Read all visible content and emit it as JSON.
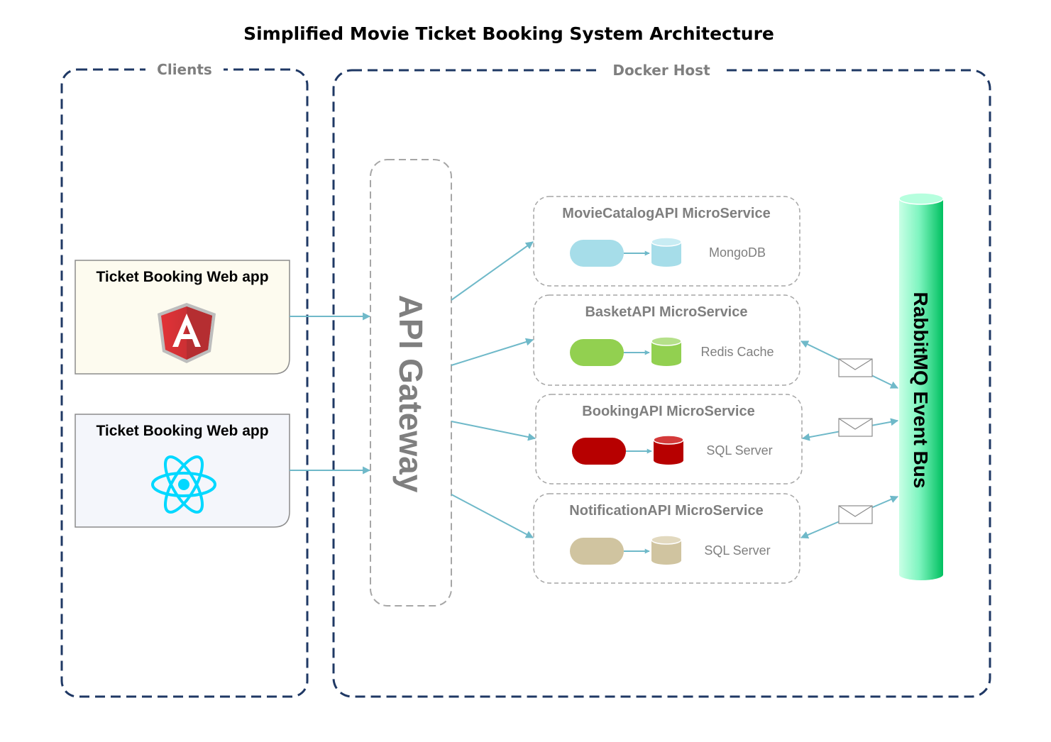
{
  "title": "Simplified Movie Ticket Booking System Architecture",
  "groups": {
    "clients": "Clients",
    "docker_host": "Docker Host"
  },
  "clients": [
    {
      "label": "Ticket Booking Web app",
      "icon": "angular-logo-icon",
      "fill": "#fdfbef"
    },
    {
      "label": "Ticket Booking Web app",
      "icon": "react-logo-icon",
      "fill": "#f4f6fb"
    }
  ],
  "gateway": {
    "label": "API Gateway"
  },
  "services": [
    {
      "name": "MovieCatalogAPI MicroService",
      "db": "MongoDB",
      "color": "#a6dde9"
    },
    {
      "name": "BasketAPI MicroService",
      "db": "Redis Cache",
      "color": "#92d050"
    },
    {
      "name": "BookingAPI MicroService",
      "db": "SQL Server",
      "color": "#b70000"
    },
    {
      "name": "NotificationAPI MicroService",
      "db": "SQL Server",
      "color": "#d0c4a0"
    }
  ],
  "event_bus": {
    "label": "RabbitMQ Event Bus",
    "color": "#00cc66"
  },
  "colors": {
    "group_border": "#1f3864",
    "arrow": "#6fb9c9",
    "dashed_gray": "#a6a6a6"
  }
}
